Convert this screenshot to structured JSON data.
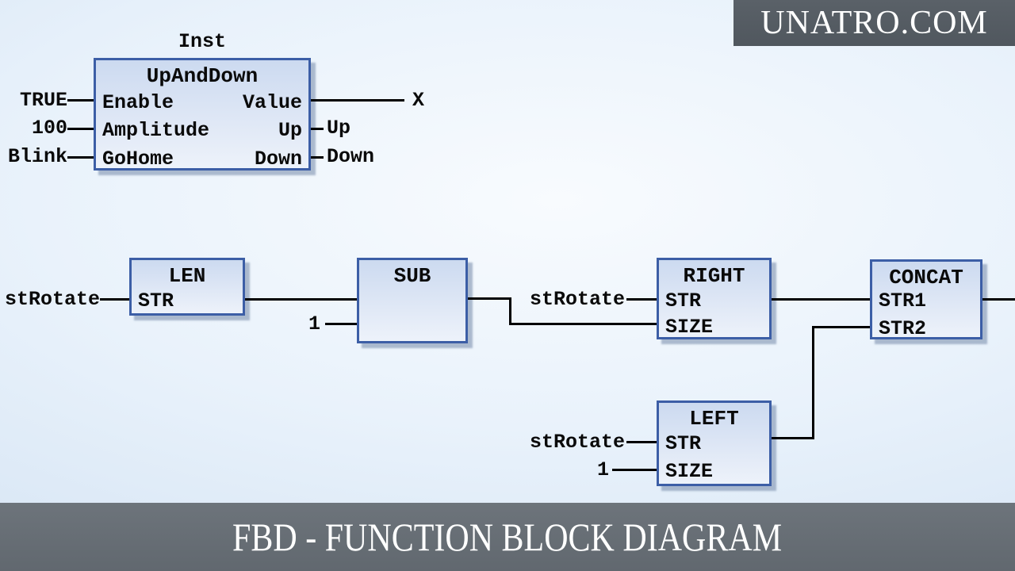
{
  "watermark": {
    "text": "UNATRO.COM"
  },
  "caption": {
    "text": "FBD - FUNCTION BLOCK DIAGRAM"
  },
  "colors": {
    "banner_top": "#565d64",
    "banner_bottom": "#6a7077",
    "block_border": "#3c5ea6",
    "block_fill_top": "#ccdaf0",
    "block_fill_bottom": "#edf2fa",
    "wire": "#000000",
    "background_center": "#f8fbfe",
    "background_edge": "#c9d9ec"
  },
  "diagram": {
    "instance_label": "Inst",
    "upanddown": {
      "title": "UpAndDown",
      "in1": "Enable",
      "in2": "Amplitude",
      "in3": "GoHome",
      "out1": "Value",
      "out2": "Up",
      "out3": "Down",
      "arg1": "TRUE",
      "arg2": "100",
      "arg3": "Blink",
      "res1": "X",
      "res2": "Up",
      "res3": "Down"
    },
    "len": {
      "title": "LEN",
      "in1": "STR",
      "arg1": "stRotate"
    },
    "sub": {
      "title": "SUB",
      "arg2": "1"
    },
    "right": {
      "title": "RIGHT",
      "in1": "STR",
      "in2": "SIZE",
      "arg1": "stRotate"
    },
    "concat": {
      "title": "CONCAT",
      "in1": "STR1",
      "in2": "STR2"
    },
    "left": {
      "title": "LEFT",
      "in1": "STR",
      "in2": "SIZE",
      "arg1": "stRotate",
      "arg2": "1"
    }
  }
}
